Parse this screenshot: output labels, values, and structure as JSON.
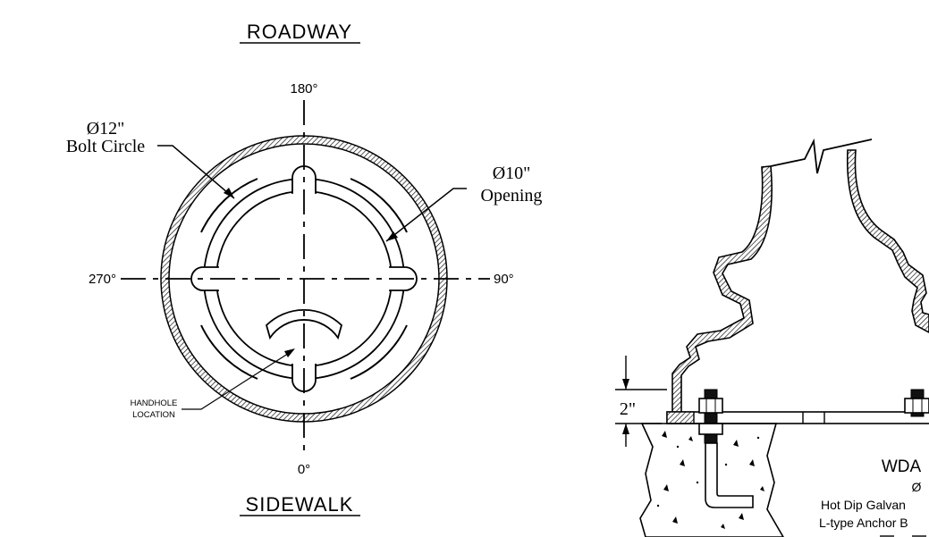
{
  "plan_view": {
    "top_label": "ROADWAY",
    "bottom_label": "SIDEWALK",
    "angle_top": "180°",
    "angle_bottom": "0°",
    "angle_left": "270°",
    "angle_right": "90°",
    "bolt_circle_dia": "Ø12\"",
    "bolt_circle_text": "Bolt Circle",
    "opening_dia": "Ø10\"",
    "opening_text": "Opening",
    "handhole_line1": "HANDHOLE",
    "handhole_line2": "LOCATION"
  },
  "elevation_view": {
    "dimension": "2\"",
    "note_title": "WDA",
    "note_line1": "Ø",
    "note_line2": "Hot Dip Galvan",
    "note_line3": "L-type Anchor B"
  }
}
